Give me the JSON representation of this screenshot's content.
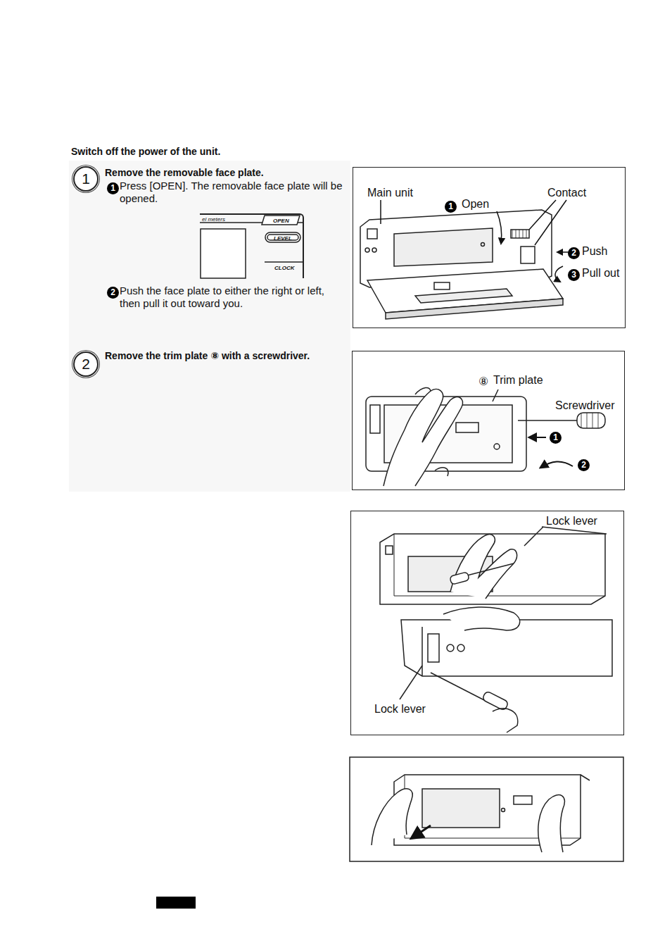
{
  "diagram": {
    "title": "Switch off the power of the unit.",
    "nodes": [
      {
        "text": [
          "Main unit",
          "1",
          "Open",
          "Contact",
          "2",
          "Push",
          "3",
          "Pull out"
        ]
      },
      {
        "text": [
          "el meters",
          "OPEN",
          "LEVEL",
          "CLOCK"
        ]
      },
      {
        "text": [
          "⑧",
          "Trim plate",
          "Screwdriver",
          "1",
          "2"
        ]
      },
      {
        "text": [
          "Lock lever",
          "Lock lever"
        ]
      }
    ],
    "labels": [
      "1",
      "Remove the removable face plate.",
      "1",
      "Press [OPEN]. The removable face plate will be opened.",
      "2",
      "Push the face plate to either the right or left, then pull it out toward you.",
      "2",
      "Remove the trim plate ⑧ with a screwdriver."
    ]
  }
}
